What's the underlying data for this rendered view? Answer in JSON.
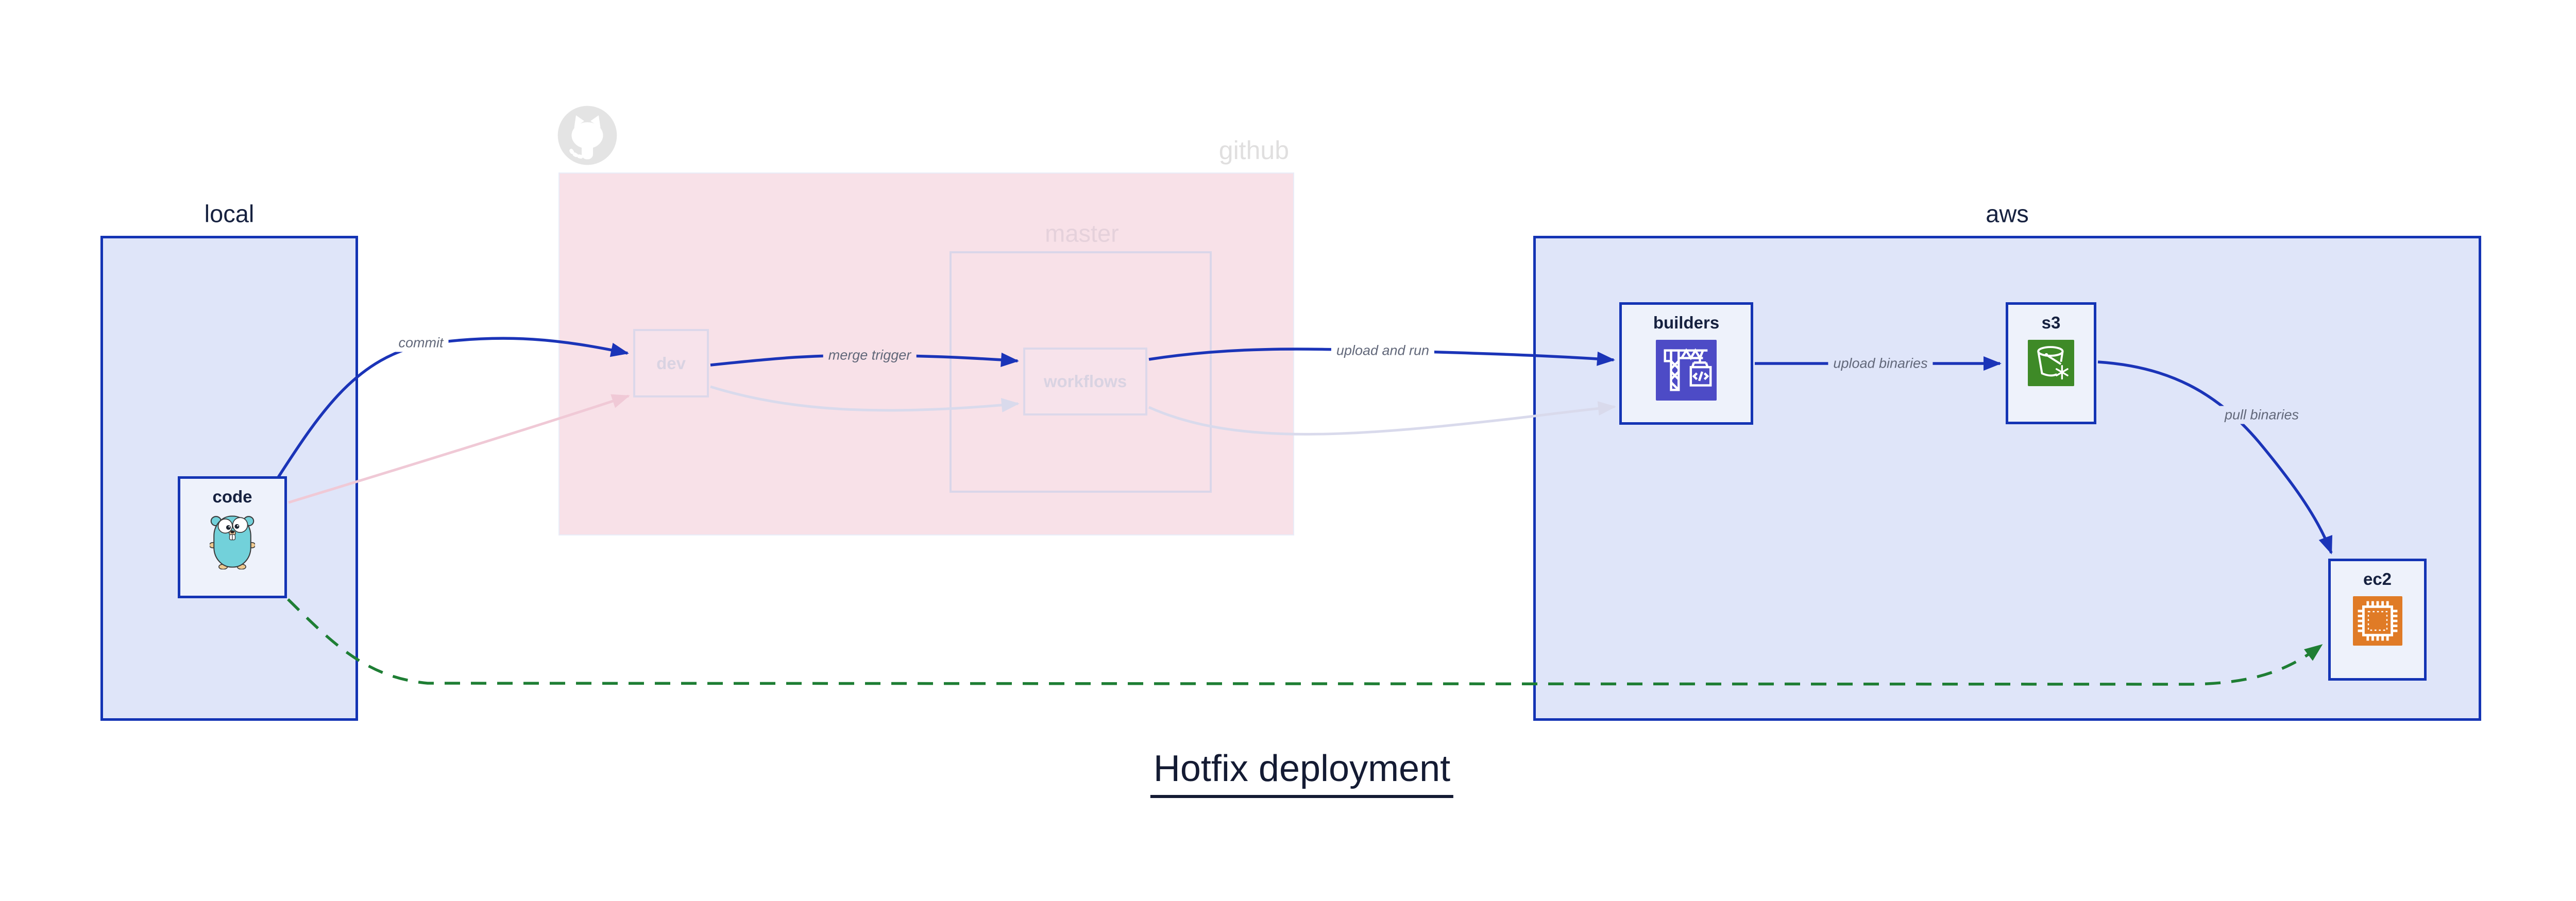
{
  "title": {
    "text": "Hotfix deployment"
  },
  "containers": {
    "local": {
      "label": "local"
    },
    "github": {
      "label": "github"
    },
    "master": {
      "label": "master"
    },
    "aws": {
      "label": "aws"
    }
  },
  "nodes": {
    "code": {
      "label": "code",
      "icon": "gopher-icon"
    },
    "dev": {
      "label": "dev"
    },
    "workflows": {
      "label": "workflows"
    },
    "builders": {
      "label": "builders",
      "icon": "codebuild-crane-icon"
    },
    "s3": {
      "label": "s3",
      "icon": "s3-bucket-icon"
    },
    "ec2": {
      "label": "ec2",
      "icon": "ec2-chip-icon"
    }
  },
  "edges": {
    "commit": {
      "label": "commit"
    },
    "merge_trigger": {
      "label": "merge trigger"
    },
    "upload_and_run": {
      "label": "upload and run"
    },
    "upload_binaries": {
      "label": "upload binaries"
    },
    "pull_binaries": {
      "label": "pull binaries"
    }
  },
  "icons": {
    "octocat": "github-octocat-icon"
  },
  "colors": {
    "edge_blue": "#1b34b8",
    "hotfix_green": "#1e7e34",
    "container_border_blue": "#1434b4",
    "container_fill_lavender": "#dfe5f9",
    "github_region_pink": "#f8e1e8",
    "faded_edge_pink": "#f0c9d6",
    "faded_edge_lavender": "#d9daec",
    "codebuild_indigo": "#4d4bc6",
    "s3_green": "#3e8a27",
    "ec2_orange": "#e07b26",
    "gopher_teal": "#72d1da"
  }
}
